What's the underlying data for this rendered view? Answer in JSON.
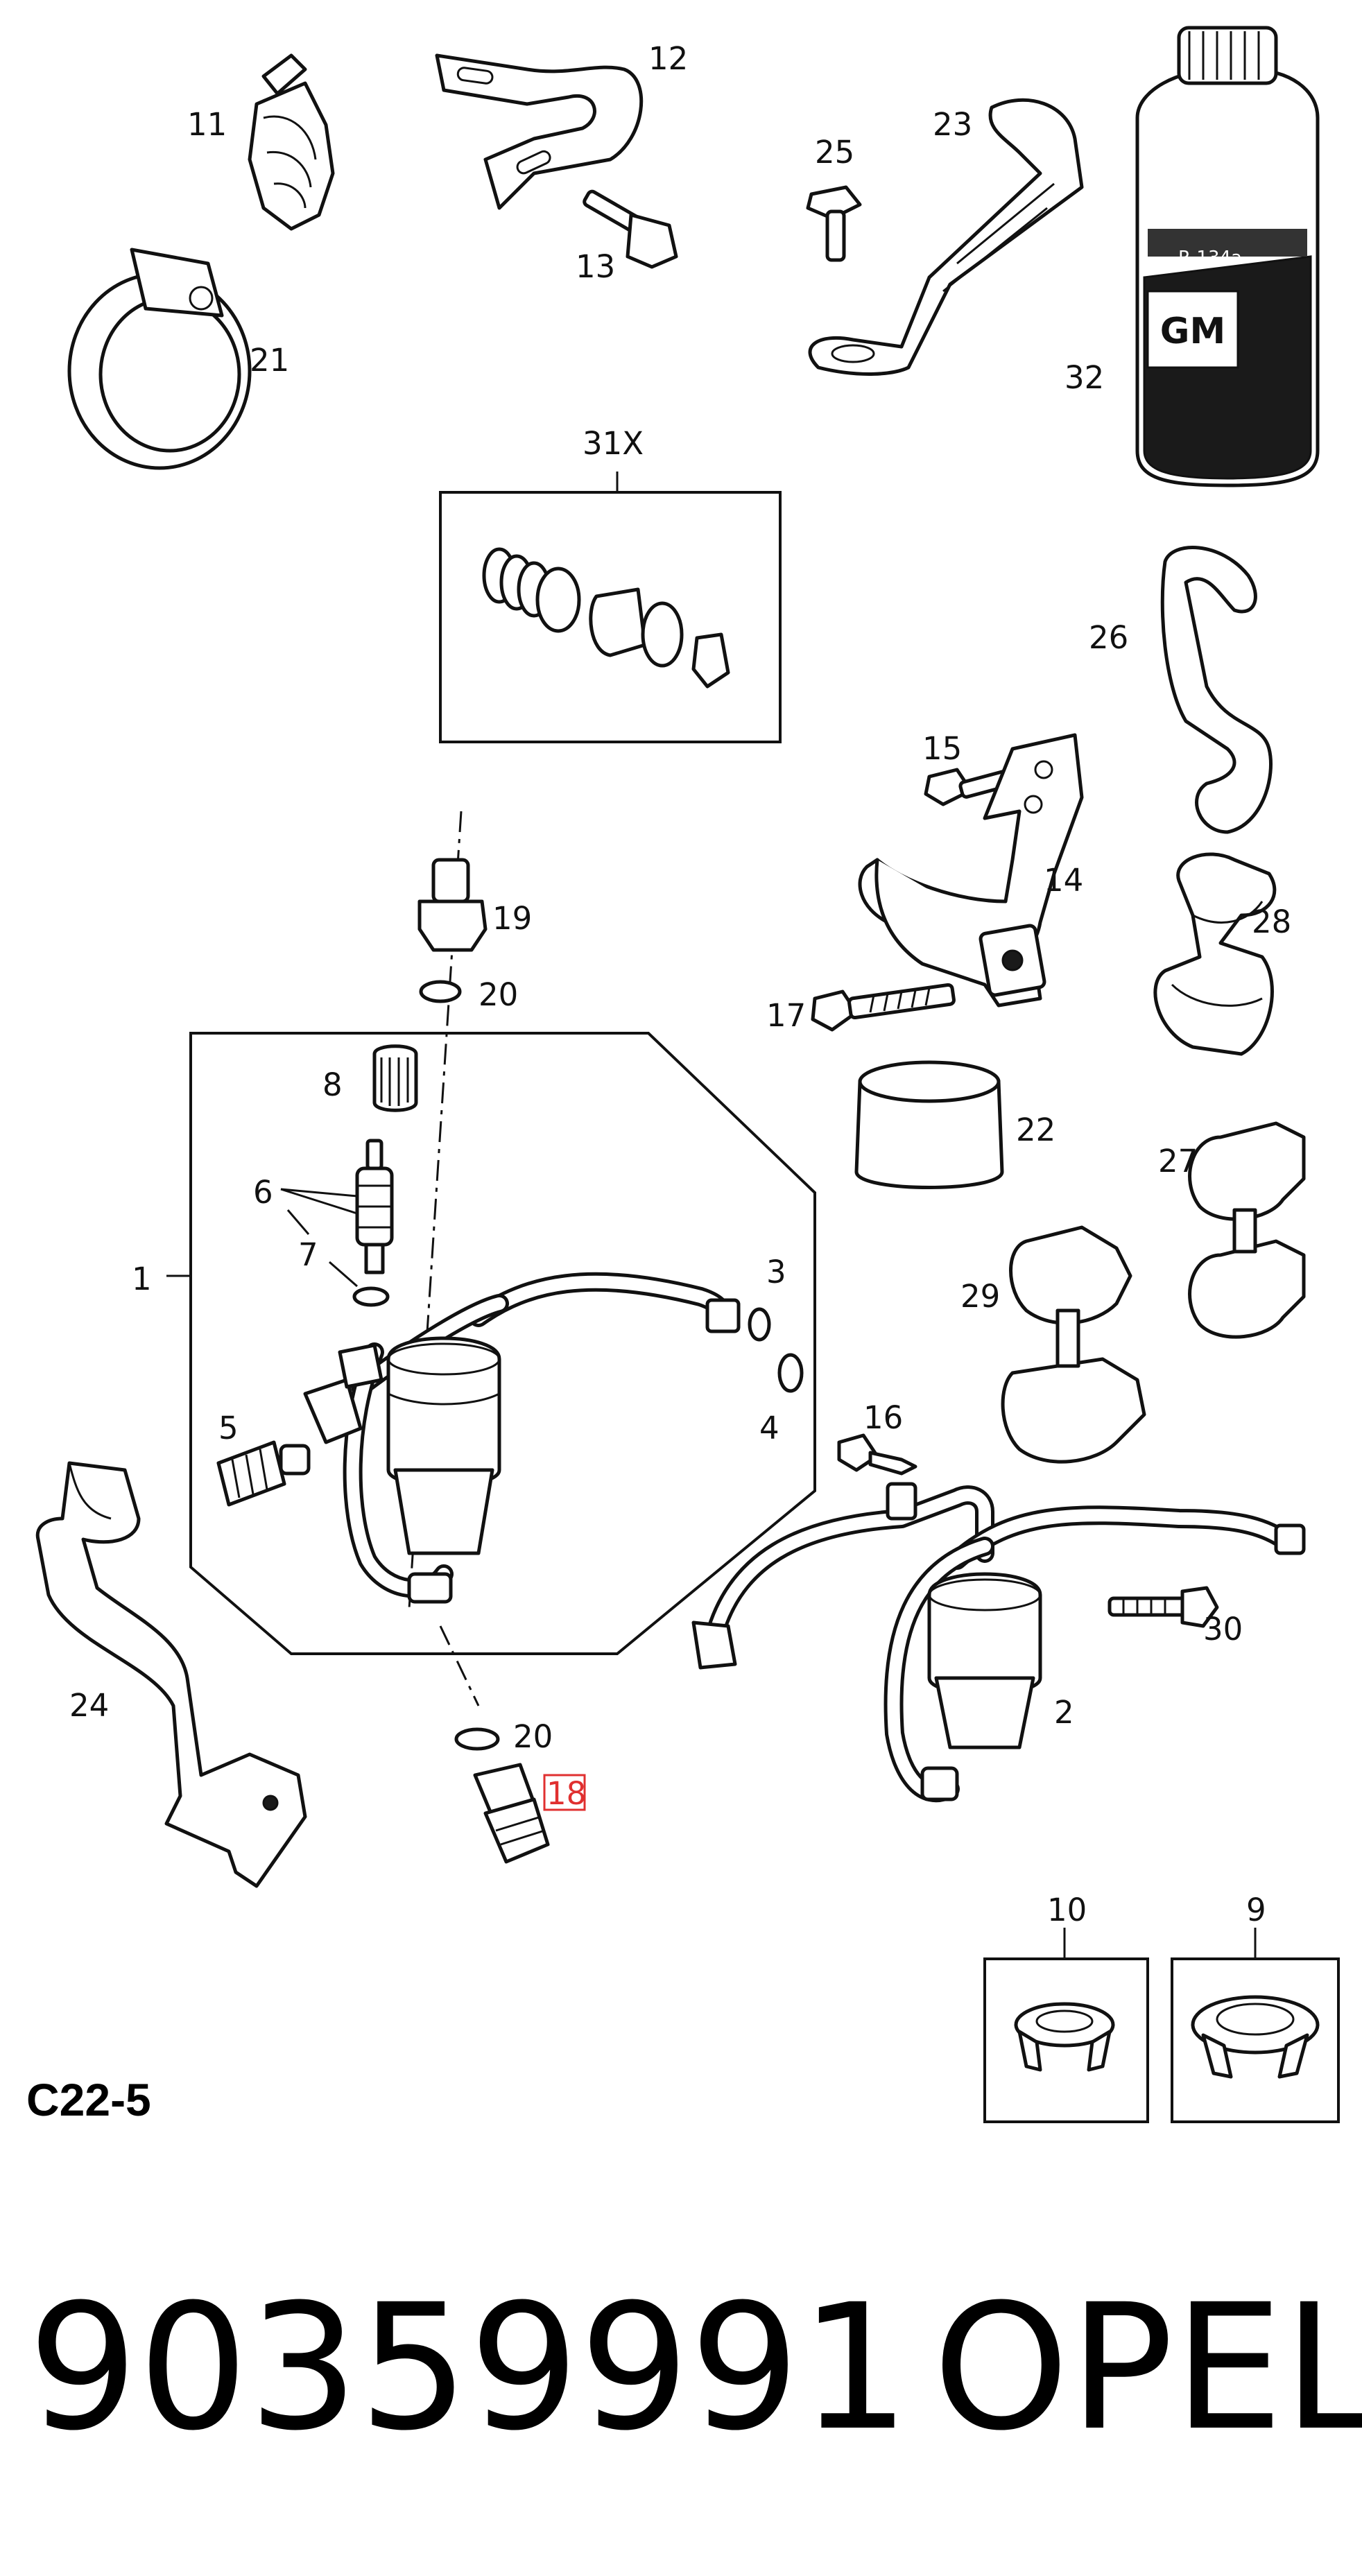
{
  "diagram": {
    "labels": {
      "p1": "1",
      "p2": "2",
      "p3": "3",
      "p4": "4",
      "p5": "5",
      "p6": "6",
      "p7": "7",
      "p8": "8",
      "p9": "9",
      "p10": "10",
      "p11": "11",
      "p12": "12",
      "p13": "13",
      "p14": "14",
      "p15": "15",
      "p16": "16",
      "p17": "17",
      "p18": "18",
      "p19": "19",
      "p20a": "20",
      "p20b": "20",
      "p21": "21",
      "p22": "22",
      "p23": "23",
      "p24": "24",
      "p25": "25",
      "p26": "26",
      "p27": "27",
      "p28": "28",
      "p29": "29",
      "p30": "30",
      "p31x": "31X",
      "p32": "32"
    },
    "highlighted_label": "18",
    "can_brand": "GM",
    "can_text": "R-134a",
    "highlight_color": "#e03030"
  },
  "footer": {
    "engine_code": "C22-5",
    "part_number": "90359991",
    "brand": "OPEL"
  }
}
